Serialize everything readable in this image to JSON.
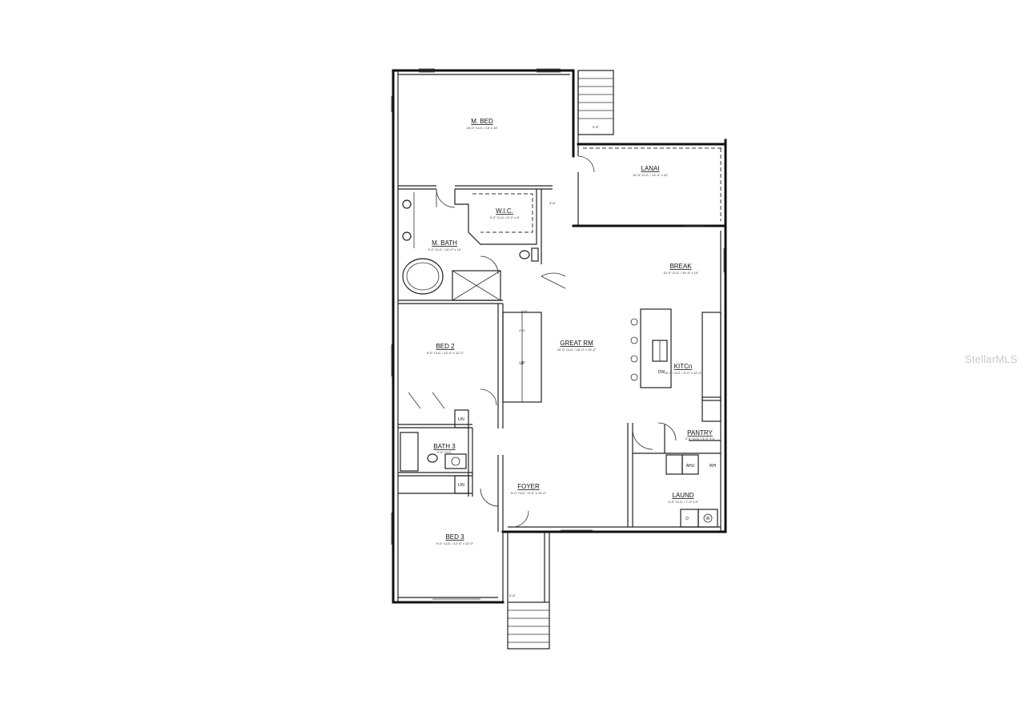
{
  "watermark": "StellarMLS",
  "rooms": {
    "m_bed": {
      "name": "M. BED",
      "dim": "15'-0\" CLG. / 15' x 16'"
    },
    "lanai": {
      "name": "LANAI",
      "dim": "10'-0\" CLG. / 14'-0\" x 10'"
    },
    "wic": {
      "name": "W.I.C.",
      "dim": "9'-0\" CLG. / 6'-0\" x 8'"
    },
    "m_bath": {
      "name": "M. BATH",
      "dim": "9'-0\" CLG. / 10'-0\" x 10'"
    },
    "break": {
      "name": "BREAK",
      "dim": "10'-0\" CLG. / 10'-0\" x 10'"
    },
    "bed2": {
      "name": "BED 2",
      "dim": "9'-0\" CLG. / 12'-0\" x 12'-0\""
    },
    "great_rm": {
      "name": "GREAT RM",
      "dim": "10'-0\" CLG. / 18'-0\" x 19'-0\""
    },
    "kitchen": {
      "name": "KITCn",
      "dim": "10'-0\" CLG. / 9'-0\" x 12'-0\""
    },
    "pantry": {
      "name": "PANTRY",
      "dim": "9'-0\" CLG. / 4'-0\" x 4'"
    },
    "bath3": {
      "name": "BATH 3",
      "dim": "9'-0\" CLG."
    },
    "foyer": {
      "name": "FOYER",
      "dim": "9'-0\" CLG. / 5'-0\" x 10'-0\""
    },
    "laund": {
      "name": "LAUND",
      "dim": "9'-0\" CLG. / 7'-0\" x 8'"
    },
    "bed3": {
      "name": "BED 3",
      "dim": "9'-0\" CLG. / 12'-0\" x 12'-0\""
    }
  },
  "fixtures": {
    "ahu": "AHU",
    "wh": "WH",
    "dryer": "D",
    "washer": "W",
    "dw": "DW",
    "up": "UP",
    "lin": "LIN"
  },
  "dimensions": {
    "stair_width_top": "5'-8\"",
    "stair_width_bottom": "5'-8\"",
    "hall_width": "4'-0\"",
    "landing": "4'-6\"",
    "stair_side": "3'-6\""
  }
}
